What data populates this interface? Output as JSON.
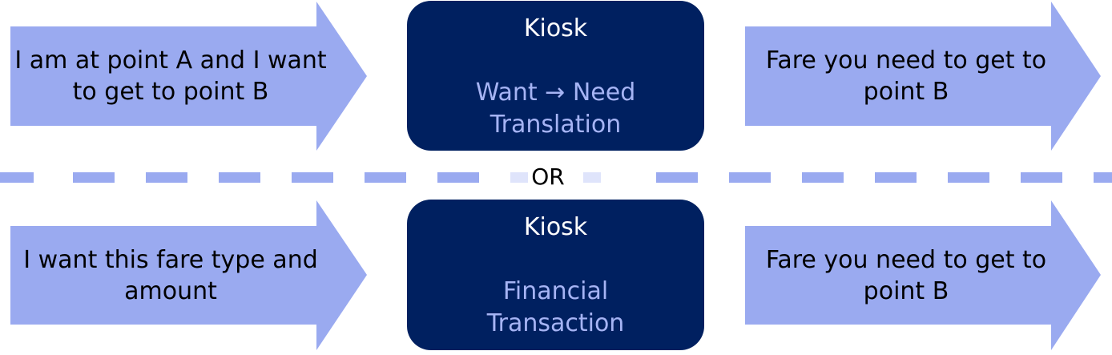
{
  "colors": {
    "arrow_fill": "#9aaaf0",
    "kiosk_fill": "#002060",
    "kiosk_title": "#ffffff",
    "kiosk_sub": "#a6b4f4",
    "divider": "#9aaaf0"
  },
  "top_row": {
    "input_arrow": "I am at point A and I want to get to point B",
    "kiosk_title": "Kiosk",
    "kiosk_process_line1": "Want → Need",
    "kiosk_process_line2": "Translation",
    "output_arrow": "Fare you need to get to point B"
  },
  "divider": {
    "label": "OR"
  },
  "bottom_row": {
    "input_arrow": "I want this fare type and amount",
    "kiosk_title": "Kiosk",
    "kiosk_process_line1": "Financial",
    "kiosk_process_line2": "Transaction",
    "output_arrow": "Fare you need to get to point B"
  }
}
